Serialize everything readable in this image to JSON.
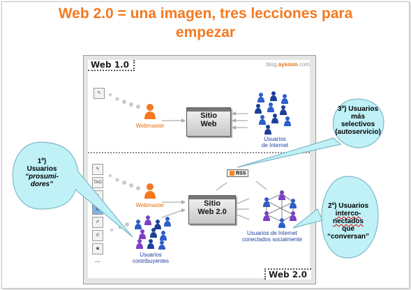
{
  "title": {
    "line1": "Web 2.0 = una imagen, tres lecciones para",
    "line2": "empezar"
  },
  "diagram": {
    "web1_label": "Web 1.0",
    "web2_label": "Web 2.0",
    "blog_prefix": "blog.",
    "blog_brand": "aysoon",
    "blog_suffix": ".com",
    "site1": {
      "line1": "Sitio",
      "line2": "Web"
    },
    "site2": {
      "line1": "Sitio",
      "line2": "Web 2.0"
    },
    "webmaster1": "Webmaster",
    "webmaster2": "Webmaster",
    "users1": {
      "line1": "Usuarios",
      "line2": "de Internet"
    },
    "users2": {
      "line1": "Usuarios de Internet",
      "line2": "conectados socialmente"
    },
    "contrib": {
      "line1": "Usuarios",
      "line2": "contribuyentes"
    },
    "rss": "RSS",
    "sidebar_icons": [
      "doc-icon",
      "tag-icon",
      "people-icon",
      "globe-icon",
      "pencil-icon",
      "chat-icon",
      "camera-icon"
    ],
    "sidebar_tag": "TAG",
    "sidebar_more": "..."
  },
  "bubbles": {
    "b1": {
      "line1": "1º)",
      "line2": "Usuarios",
      "line3": "“prosumi-",
      "line4": "dores”"
    },
    "b2": {
      "line1": "2º) Usuarios",
      "line2": "interco-",
      "line3": "nectados",
      "line4": "que",
      "line5": "“conversan”"
    },
    "b3": {
      "line1": "3º) Usuarios",
      "line2": "más",
      "line3": "selectivos",
      "line4": "(autoservicio)"
    }
  },
  "colors": {
    "title": "#f47920",
    "bubble_fill": "#bff1f7",
    "bubble_stroke": "#7fb8c6",
    "webmaster": "#e36c09",
    "users": "#1f3f9f"
  }
}
